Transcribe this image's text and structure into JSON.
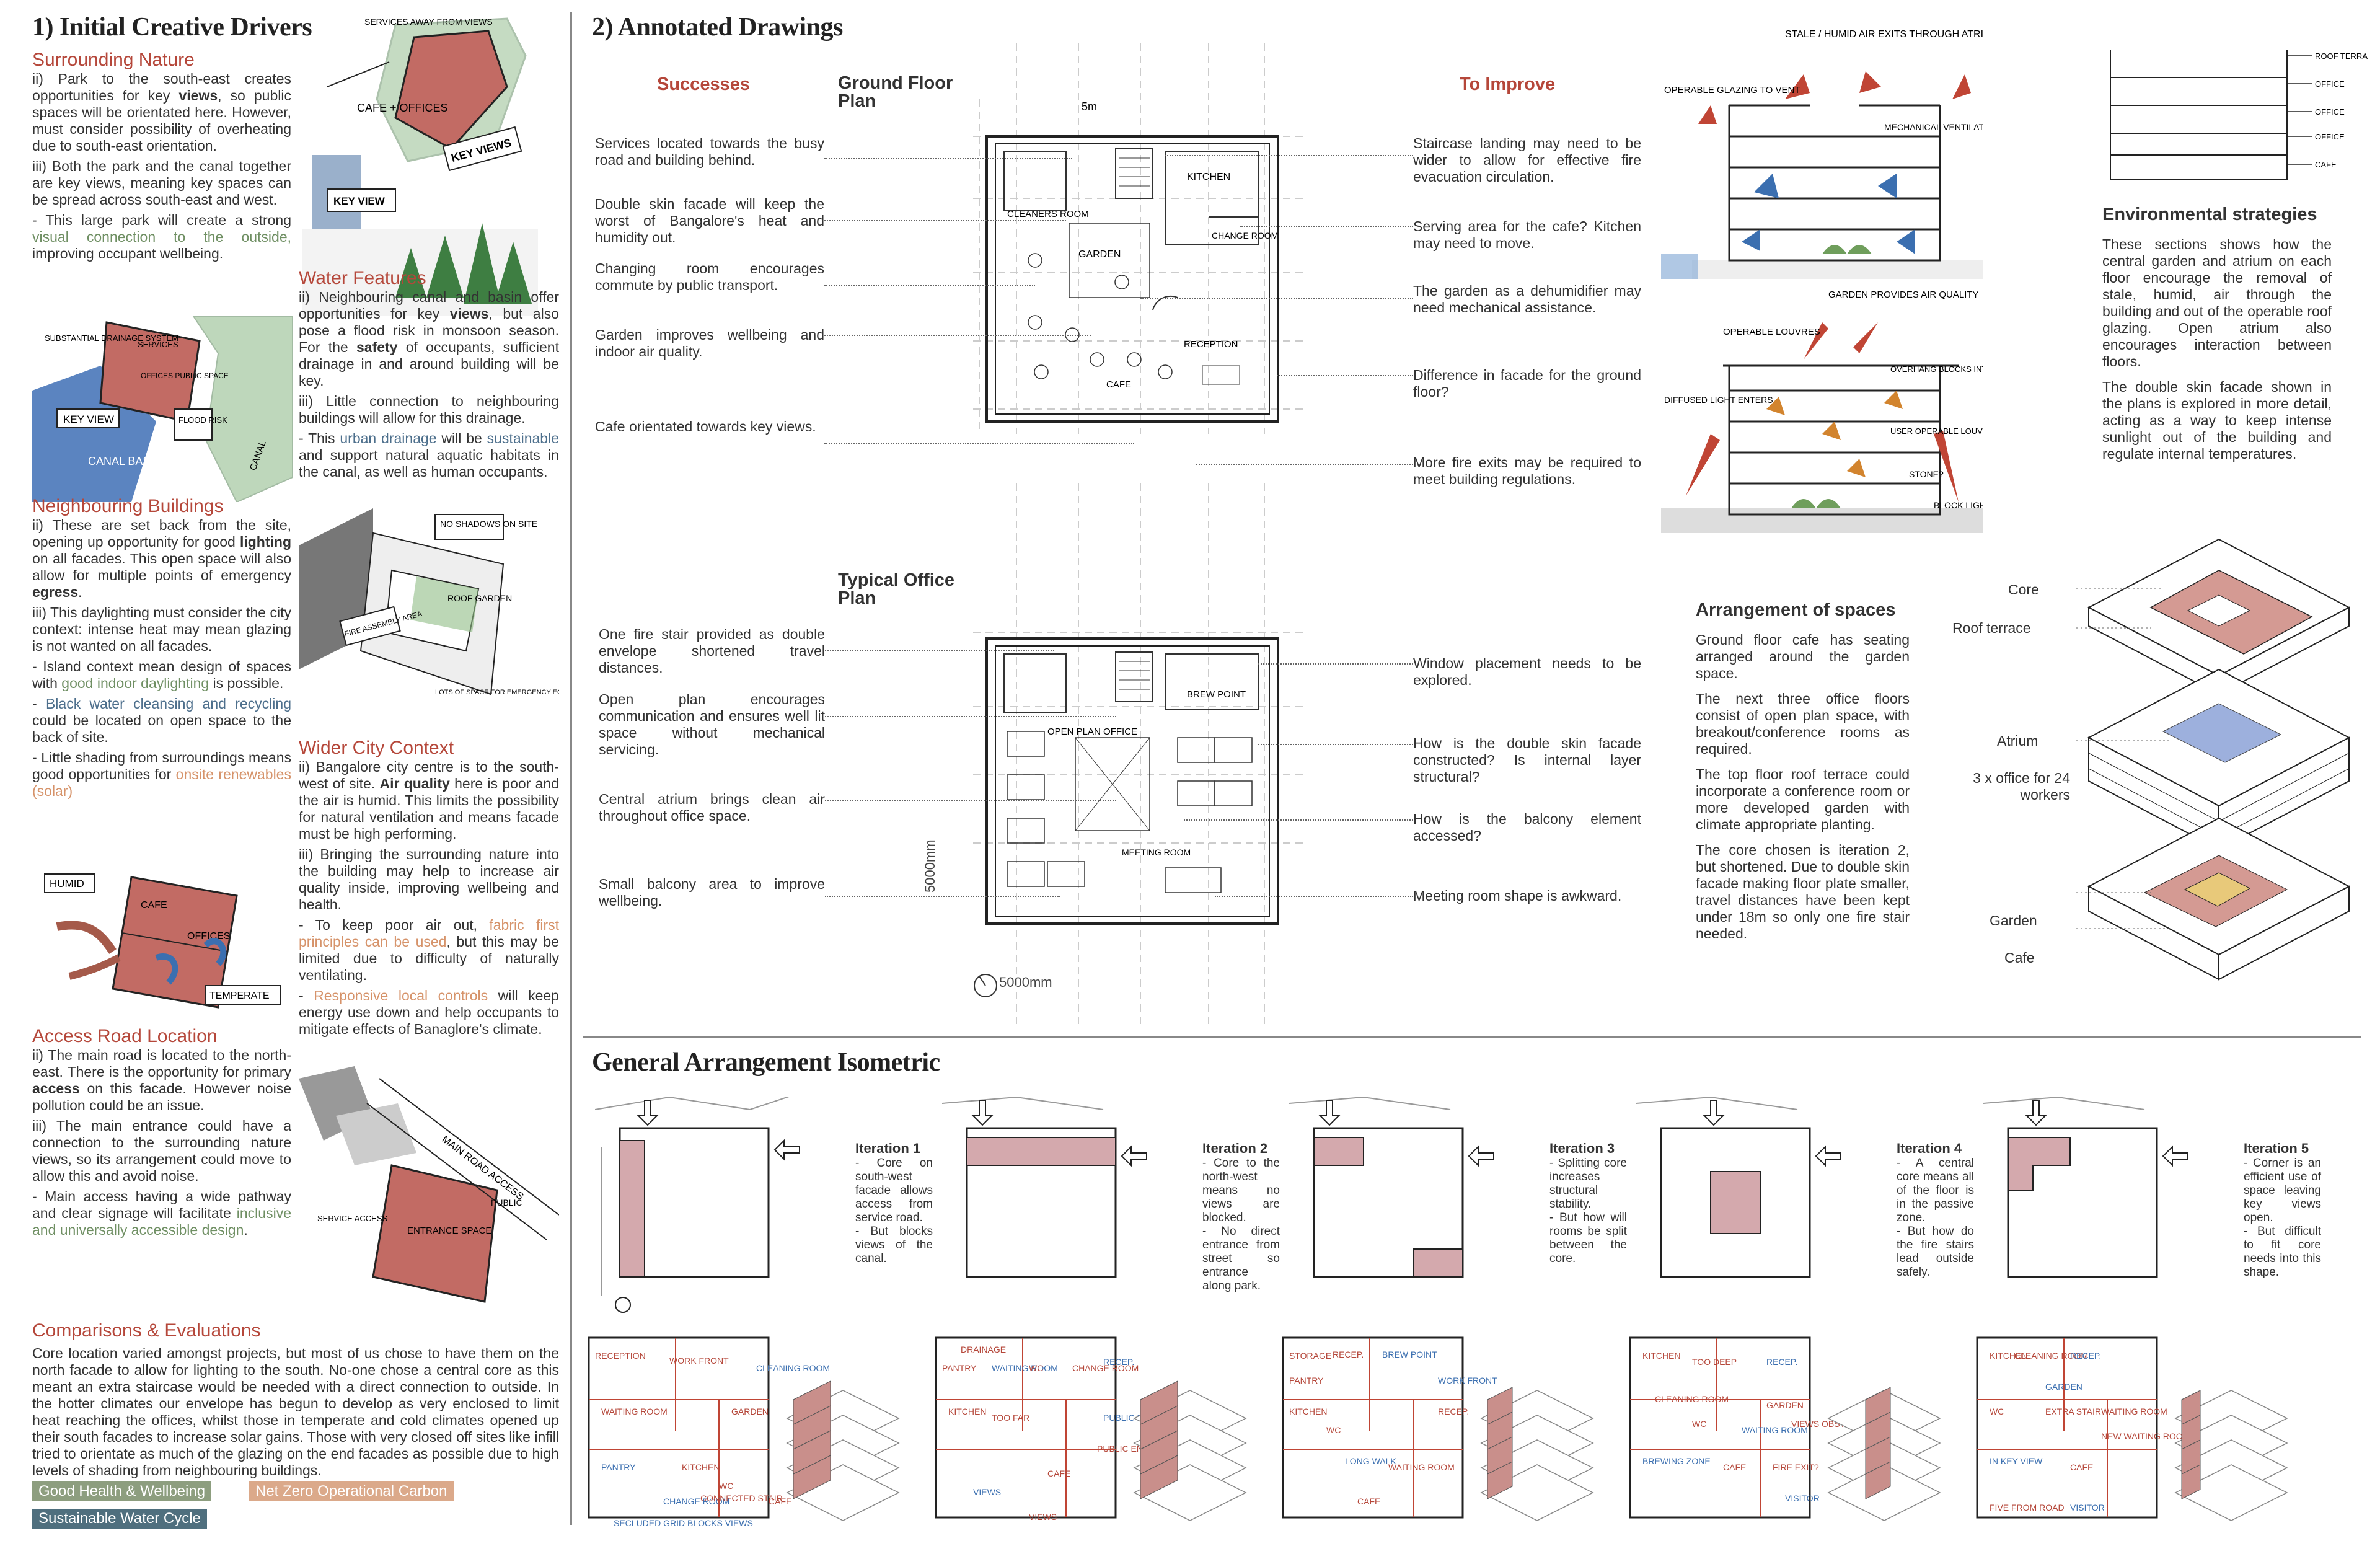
{
  "sec1": {
    "title": "1) Initial Creative Drivers",
    "nature": {
      "head": "Surrounding Nature",
      "p1a": "ii) Park to the south-east creates opportunities for key ",
      "p1b": "views",
      "p1c": ", so public spaces will be orientated here. However, must consider possibility of overheating due to south-east orientation.",
      "p2": "iii) Both the park and the canal together are key views, meaning key spaces can be spread across south-east and west.",
      "p3a": "- This large park will create a strong ",
      "p3b": "visual connection to the outside,",
      "p3c": " improving occupant wellbeing."
    },
    "water": {
      "head": "Water Features",
      "p1a": "ii) Neighbouring canal and basin offer opportunities for key ",
      "p1b": "views",
      "p1c": ", but also pose a flood risk in monsoon season. For the ",
      "p1d": "safety",
      "p1e": " of occupants, sufficient drainage in and around building will be key.",
      "p2": "iii) Little connection to neighbouring buildings will allow for this drainage.",
      "p3a": "- This ",
      "p3b": "urban drainage",
      "p3c": " will be ",
      "p3d": "sustainable",
      "p3e": " and support natural aquatic habitats in the canal, as well as human occupants."
    },
    "neigh": {
      "head": "Neighbouring Buildings",
      "p1a": "ii) These are set back from the site, opening up opportunity for good ",
      "p1b": "lighting",
      "p1c": " on all facades. This open space will also allow for multiple points of emergency ",
      "p1d": "egress",
      "p1e": ".",
      "p2": "iii) This daylighting must consider the city context: intense heat may mean glazing is not wanted on all facades.",
      "p3a": "- Island context mean design of spaces with ",
      "p3b": "good indoor daylighting",
      "p3c": " is possible.",
      "p4a": "- ",
      "p4b": "Black water cleansing and recycling",
      "p4c": " could be located on open space to the back of site.",
      "p5a": "- Little shading from surroundings means good opportunities for ",
      "p5b": "onsite renewables (solar)"
    },
    "city": {
      "head": "Wider City Context",
      "p1a": "ii) Bangalore city centre is to the south-west of site. ",
      "p1b": "Air quality",
      "p1c": " here is poor and the air is humid. This limits the possibility for natural ventilation and means facade must be high performing.",
      "p2": "iii) Bringing the surrounding nature into the building may help to increase air quality inside, improving wellbeing and health.",
      "p3a": "- To keep poor air out, ",
      "p3b": "fabric first principles can be used",
      "p3c": ", but this may be limited due to difficulty of naturally ventilating.",
      "p4a": "- ",
      "p4b": "Responsive local controls",
      "p4c": " will keep energy use down and help occupants to mitigate effects of Banaglore's climate."
    },
    "road": {
      "head": "Access Road Location",
      "p1a": "ii) The main road is located to the north-east. There is the opportunity for primary ",
      "p1b": "access",
      "p1c": " on this facade. However noise pollution could be an issue.",
      "p2": "iii) The main entrance could have a connection to the surrounding nature views, so its arrangement could move to allow this and avoid noise.",
      "p3a": "- Main access having a wide pathway and clear signage will facilitate ",
      "p3b": "inclusive and universally accessible design",
      "p3c": "."
    },
    "comp": {
      "head": "Comparisons & Evaluations",
      "text": "Core location varied amongst projects, but most of us chose to have them on the north facade to allow for lighting to the south. No-one chose a central core as this meant an extra staircase would be needed with a direct connection to outside. In the hotter climates our envelope has begun to develop as very enclosed to limit heat reaching the offices, whilst those in temperate and cold climates opened up their south facades to increase solar gains. Those with very closed off sites like infill tried to orientate as much of the glazing on the end facades as possible due to high levels of shading from neighbouring buildings."
    },
    "badges": [
      "Good Health & Wellbeing",
      "Net Zero Operational Carbon",
      "Sustainable Water Cycle"
    ],
    "sketch_labels": {
      "s1": [
        "SERVICES AWAY FROM VIEWS",
        "CAFE + OFFICES",
        "KEY VIEWS",
        "KEY VIEW"
      ],
      "s2": [
        "SUBSTANTIAL DRAINAGE SYSTEM",
        "SERVICES",
        "OFFICES PUBLIC SPACE",
        "KEY VIEW",
        "FLOOD RISK",
        "CANAL BASIN",
        "CANAL"
      ],
      "s3": [
        "NO SHADOWS ON SITE",
        "ROOF GARDEN",
        "FIRE ASSEMBLY AREA",
        "LOTS OF SPACE FOR EMERGENCY EGRESS"
      ],
      "s4": [
        "HUMID",
        "CAFE",
        "OFFICES",
        "TEMPERATE"
      ],
      "s5": [
        "SERVICE ACCESS",
        "PUBLIC",
        "ENTRANCE SPACE",
        "MAIN ROAD ACCESS"
      ]
    }
  },
  "sec2": {
    "title": "2) Annotated Drawings",
    "successes": "Successes",
    "improve": "To Improve",
    "ground_title": "Ground Floor Plan",
    "office_title": "Typical Office Plan",
    "scale_5m": "5m",
    "dim1": "5000mm",
    "dim2": "5000mm",
    "ground_rooms": [
      "CLEANERS ROOM",
      "KITCHEN",
      "CHANGE ROOM",
      "GARDEN",
      "RECEPTION",
      "CAFE"
    ],
    "office_rooms": [
      "BREW POINT",
      "OPEN PLAN OFFICE",
      "MEETING ROOM"
    ],
    "ground_success": [
      "Services located towards the busy road and building behind.",
      "Double skin facade will keep the worst of Bangalore's heat and humidity out.",
      "Changing room encourages commute by public transport.",
      "Garden improves wellbeing and indoor air quality.",
      "Cafe orientated towards key views."
    ],
    "ground_improve": [
      "Staircase landing may need to be wider to allow for effective fire evacuation circulation.",
      "Serving area for the cafe? Kitchen may need to move.",
      "The garden as a dehumidifier may need mechanical assistance.",
      "Difference in facade for the ground floor?",
      "More fire exits may be required to meet building regulations."
    ],
    "office_success": [
      "One fire stair provided as double envelope shortened travel distances.",
      "Open plan encourages communication and ensures well lit space without mechanical servicing.",
      "Central atrium brings clean air throughout office space.",
      "Small balcony area to improve wellbeing."
    ],
    "office_improve": [
      "Window placement needs to be explored.",
      "How is the double skin facade constructed? Is internal layer structural?",
      "How is the balcony element accessed?",
      "Meeting room shape is awkward."
    ],
    "section_labels_top": [
      "STALE / HUMID AIR EXITS THROUGH ATRIUM",
      "OPERABLE GLAZING TO VENT",
      "MECHANICAL VENTILATION IN DOUBLE SKIN?",
      "GARDEN PROVIDES AIR QUALITY"
    ],
    "section_labels_bottom": [
      "OPERABLE LOUVRES",
      "OVERHANG BLOCKS INTENSE LIGHT",
      "DIFFUSED LIGHT ENTERS",
      "USER OPERABLE LOUVRES",
      "STONE?",
      "BLOCK LIGHT"
    ],
    "section_levels": [
      "ROOF TERRACE",
      "OFFICE",
      "OFFICE",
      "OFFICE",
      "CAFE"
    ],
    "env": {
      "head": "Environmental strategies",
      "p1": "These sections shows how the central garden and atrium on each floor encourage the removal of stale, humid, air through the building and out of the operable roof glazing. Open atrium also encourages interaction between floors.",
      "p2": "The double skin facade shown in the plans is explored in more detail, acting as a way to keep intense sunlight out of the building and regulate internal temperatures."
    },
    "arr": {
      "head": "Arrangement of spaces",
      "p1": "Ground floor cafe has seating arranged around the garden space.",
      "p2": "The next three office floors consist of open plan space, with breakout/conference rooms as required.",
      "p3": "The top floor roof terrace could incorporate a conference room or more developed garden with climate appropriate planting.",
      "p4": "The core chosen is iteration 2, but shortened. Due to double skin facade making floor plate smaller, travel distances have been kept under 18m so only one fire stair needed."
    },
    "iso_labels": [
      "Core",
      "Roof terrace",
      "Atrium",
      "3 x office for 24 workers",
      "Garden",
      "Cafe"
    ]
  },
  "sec3": {
    "title": "General Arrangement Isometric",
    "iterations": [
      {
        "title": "Iteration 1",
        "text": "- Core on south-west facade allows access from service road.\n- But blocks views of the canal."
      },
      {
        "title": "Iteration 2",
        "text": "- Core to the north-west means no views are blocked.\n- No direct entrance from street so entrance along park."
      },
      {
        "title": "Iteration 3",
        "text": "- Splitting core increases structural stability.\n- But how will rooms be split between the core."
      },
      {
        "title": "Iteration 4",
        "text": "- A central core means all of the floor is in the passive zone.\n- But how do the fire stairs lead outside safely."
      },
      {
        "title": "Iteration 5",
        "text": "- Corner is an efficient use of space leaving key views open.\n- But difficult to fit core needs into this shape."
      }
    ],
    "plan_labels": [
      [
        "RECEPTION",
        "WORK FRONT",
        "CLEANING ROOM",
        "WAITING ROOM",
        "GARDEN",
        "PANTRY",
        "KITCHEN",
        "WC",
        "CHANGE ROOM",
        "CONNECTED STAIR",
        "CAFE",
        "SECLUDED GRID BLOCKS VIEWS"
      ],
      [
        "DRAINAGE",
        "PANTRY",
        "WAITING ROOM",
        "WC",
        "CHANGE ROOM",
        "RECEP.",
        "KITCHEN",
        "TOO FAR",
        "PUBLIC ROAD",
        "PUBLIC ENTRANCE",
        "CAFE",
        "VIEWS",
        "VIEWS"
      ],
      [
        "STORAGE",
        "RECEP.",
        "BREW POINT",
        "PANTRY",
        "KITCHEN",
        "WORK FRONT",
        "WC",
        "RECEP.",
        "LONG WALK",
        "WAITING ROOM",
        "CAFE"
      ],
      [
        "KITCHEN",
        "TOO DEEP",
        "RECEP.",
        "CLEANING ROOM",
        "WC",
        "WAITING ROOM",
        "VIEWS OBSTRUCTED",
        "GARDEN",
        "BREWING ZONE",
        "CAFE",
        "FIRE EXIT?",
        "VISITOR"
      ],
      [
        "KITCHEN",
        "CLEANING ROOM",
        "RECEP.",
        "WC",
        "EXTRA STAIR",
        "GARDEN",
        "WAITING ROOM",
        "NEW WAITING ROOM",
        "IN KEY VIEW",
        "CAFE",
        "FIVE FROM ROAD",
        "VISITOR"
      ]
    ]
  },
  "colors": {
    "accent_red": "#b5473a",
    "terracotta_fill": "#c98f8b",
    "badge_green": "#8d9e7f",
    "badge_orange": "#dba98a",
    "badge_blue": "#4f6f7e",
    "iso_red": "#d49a93",
    "iso_blue": "#8da3d8",
    "iso_yellow": "#e8c97a"
  }
}
